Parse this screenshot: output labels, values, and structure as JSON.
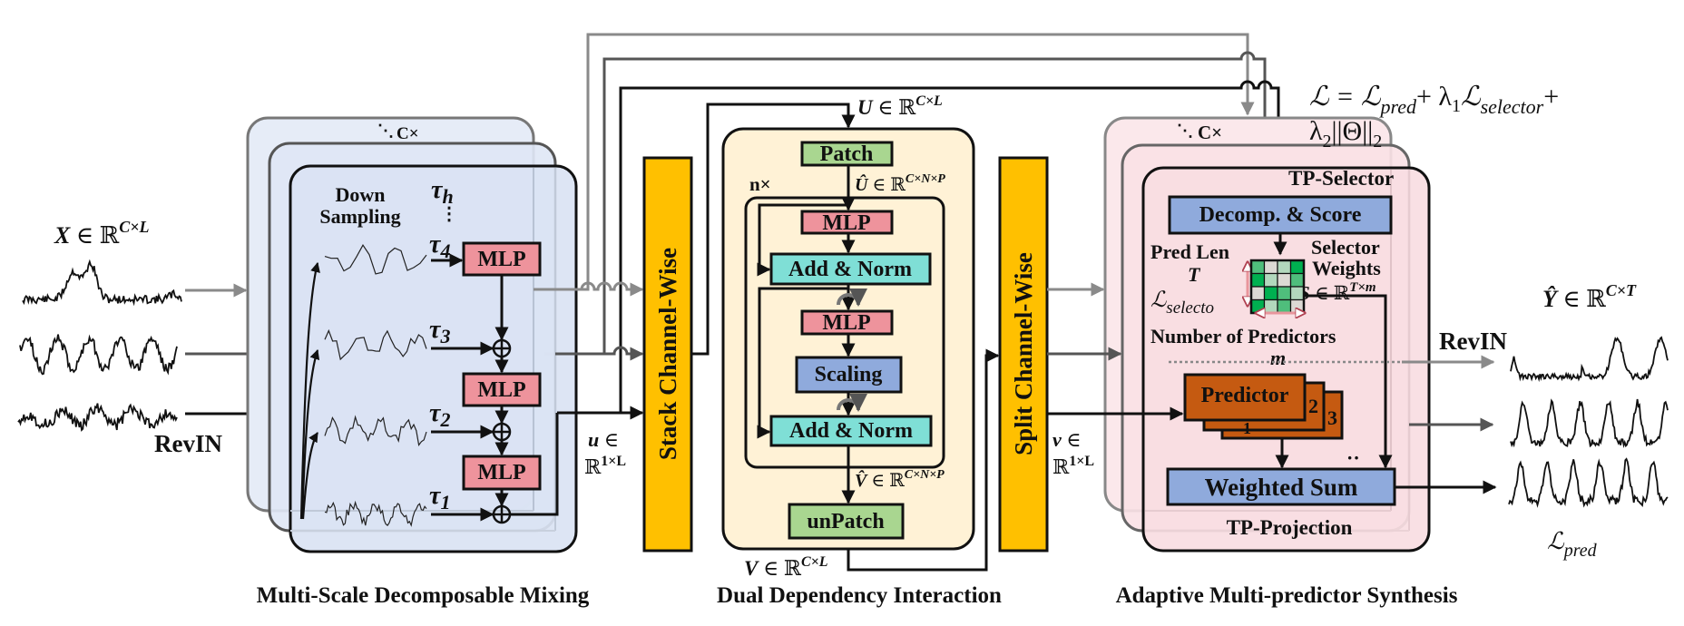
{
  "colors": {
    "msdm_fill": "#dae3f3",
    "ddi_fill": "#fff2d6",
    "ams_fill": "#f9dde2",
    "mlp_fill": "#ee939c",
    "add_norm_fill": "#7fdfd6",
    "patch_fill": "#a9d690",
    "scaling_fill": "#8faadc",
    "channel_bar_fill": "#ffc000",
    "predictor_fill": "#c55a11",
    "matrix_bright": "#00b050",
    "matrix_medium": "#4fbe7c",
    "matrix_light": "#b2d8bd",
    "matrix_gray": "#dcd9d4",
    "arrow_pink": "#e8959c"
  },
  "input": {
    "label_var": "X",
    "label_rest": " ∈ ℝ",
    "label_sup": "C×L",
    "revin_label": "RevIN"
  },
  "msdm": {
    "title": "Multi-Scale Decomposable Mixing",
    "stack_label": "C×",
    "down_sampling_line1": "Down",
    "down_sampling_line2": "Sampling",
    "tau_h": "τ",
    "tau_h_sub": "h",
    "tau4": "τ",
    "tau4_sub": "4",
    "tau3": "τ",
    "tau3_sub": "3",
    "tau2": "τ",
    "tau2_sub": "2",
    "tau1": "τ",
    "tau1_sub": "1",
    "mlp_label": "MLP",
    "output_var": "u",
    "output_rest": " ∈",
    "output_space": "ℝ",
    "output_sup": "1×L"
  },
  "stack_bar": {
    "label": "Stack Channel-Wise"
  },
  "split_bar": {
    "label": "Split Channel-Wise"
  },
  "ddi": {
    "title": "Dual Dependency Interaction",
    "input_var": "U",
    "input_rest": " ∈ ℝ",
    "input_sup": "C×L",
    "patch_label": "Patch",
    "patched_var": "Û",
    "patched_rest": " ∈ ℝ",
    "patched_sup": "C×N×P",
    "repeat_label": "n×",
    "mlp_label": "MLP",
    "add_norm_label": "Add & Norm",
    "scaling_label": "Scaling",
    "out_patched_var": "V̂",
    "out_patched_rest": " ∈ ℝ",
    "out_patched_sup": "C×N×P",
    "unpatch_label": "unPatch",
    "output_var": "V",
    "output_rest": " ∈ ℝ",
    "output_sup": "C×L"
  },
  "ams": {
    "title": "Adaptive Multi-predictor Synthesis",
    "stack_label": "C×",
    "selector_title": "TP-Selector",
    "decomp_label": "Decomp. & Score",
    "pred_len_label": "Pred Len",
    "pred_len_var": "T",
    "selector_loss": "ℒ",
    "selector_loss_sub": "selecto",
    "weights_line1": "Selector",
    "weights_line2": "Weights",
    "weights_var": "S",
    "weights_rest": " ∈ ℝ",
    "weights_sup": "T×m",
    "num_predictors_label": "Number of Predictors",
    "num_predictors_var": "m",
    "predictor_label": "Predictor",
    "predictor_indices": [
      "1",
      "2",
      "3"
    ],
    "ellipsis": "··",
    "weighted_sum_label": "Weighted Sum",
    "projection_title": "TP-Projection",
    "input_var": "v",
    "input_rest": " ∈",
    "input_space": "ℝ",
    "input_sup": "1×L",
    "selector_matrix": [
      [
        "medium",
        "gray",
        "light",
        "bright"
      ],
      [
        "bright",
        "light",
        "gray",
        "medium"
      ],
      [
        "gray",
        "bright",
        "medium",
        "light"
      ],
      [
        "bright",
        "light",
        "medium",
        "gray"
      ]
    ]
  },
  "output": {
    "label_var": "Ŷ",
    "label_rest": " ∈ ℝ",
    "label_sup": "C×T",
    "revin_label": "RevIN",
    "pred_loss": "ℒ",
    "pred_loss_sub": "pred"
  },
  "loss": {
    "line1_parts": [
      "ℒ = ℒ",
      "pred",
      "+ λ",
      "1",
      "ℒ",
      "selector",
      "+"
    ],
    "line2_parts": [
      "λ",
      "2",
      "||Θ||",
      "2"
    ]
  }
}
